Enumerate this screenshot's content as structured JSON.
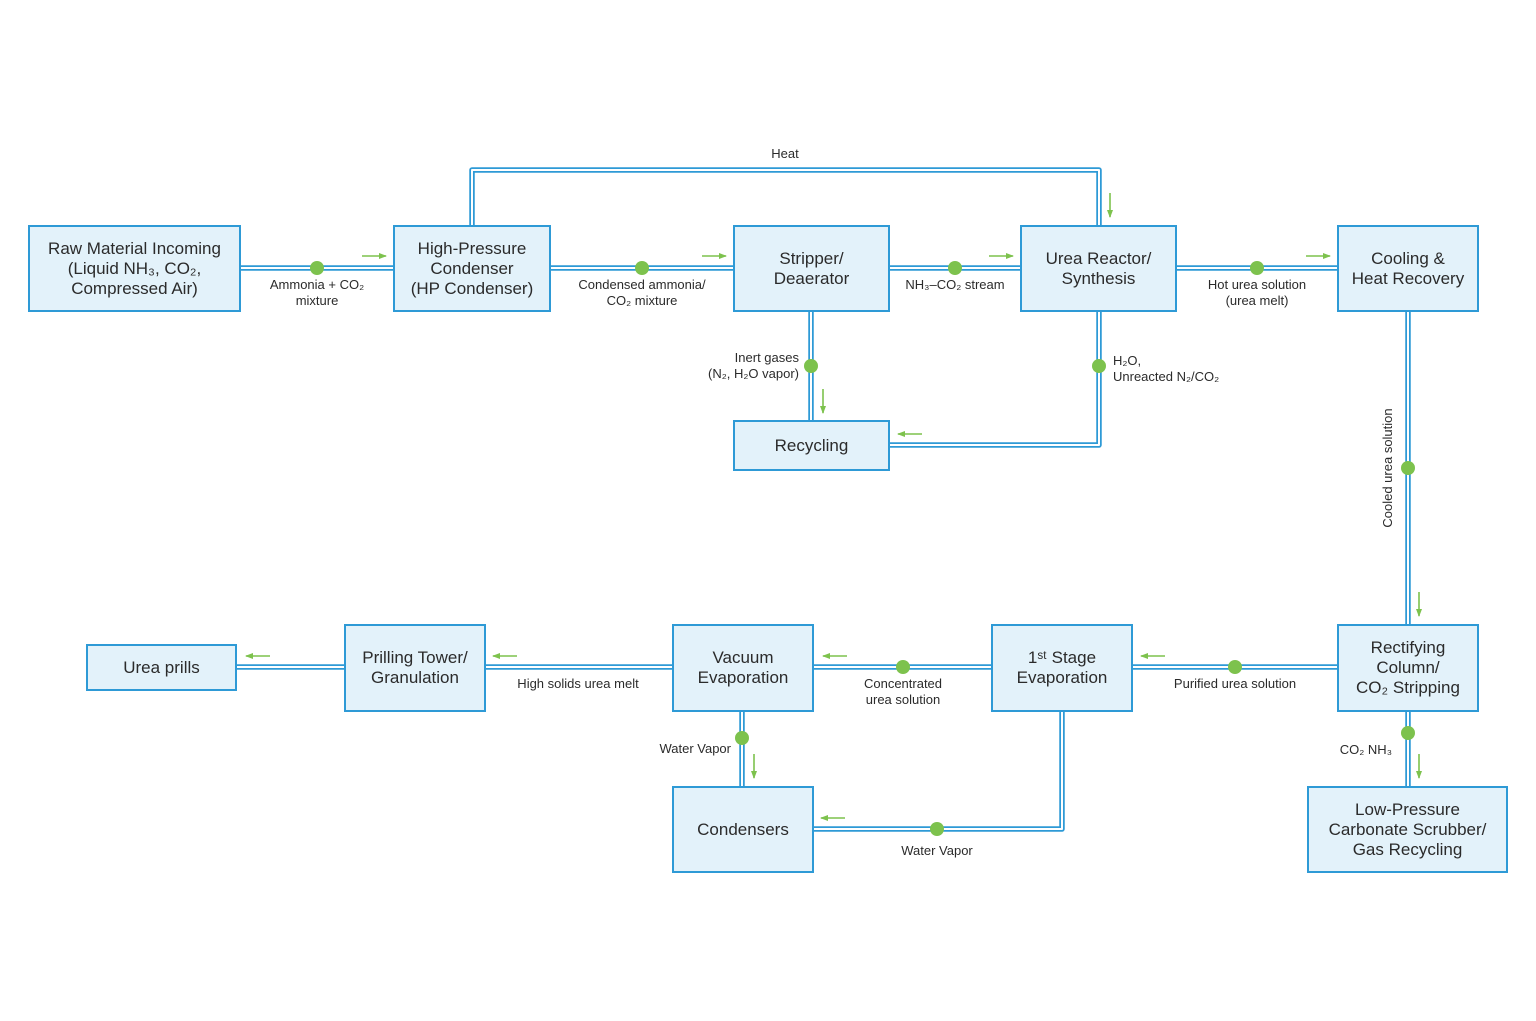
{
  "nodes": {
    "raw_material": "Raw Material Incoming\n(Liquid NH₃, CO₂,\nCompressed Air)",
    "hp_condenser": "High-Pressure\nCondenser\n(HP Condenser)",
    "stripper": "Stripper/\nDeaerator",
    "urea_reactor": "Urea Reactor/\nSynthesis",
    "cooling": "Cooling &\nHeat Recovery",
    "recycling": "Recycling",
    "rectifying": "Rectifying\nColumn/\nCO₂ Stripping",
    "low_pressure": "Low-Pressure\nCarbonate Scrubber/\nGas Recycling",
    "first_stage": "1ˢᵗ Stage\nEvaporation",
    "vacuum": "Vacuum\nEvaporation",
    "prilling": "Prilling Tower/\nGranulation",
    "urea_prills": "Urea prills",
    "condensers": "Condensers"
  },
  "streams": {
    "heat": "Heat",
    "ammonia_co2": "Ammonia + CO₂\nmixture",
    "condensed_ammonia": "Condensed ammonia/\nCO₂ mixture",
    "nh3_co2_stream": "NH₃–CO₂ stream",
    "hot_urea": "Hot urea solution\n(urea melt)",
    "inert_gases": "Inert gases\n(N₂, H₂O vapor)",
    "h2o_unreacted": "H₂O,\nUnreacted N₂/CO₂",
    "cooled_urea": "Cooled urea solution",
    "co2_nh3": "CO₂ NH₃",
    "purified_urea": "Purified urea solution",
    "concentrated_urea": "Concentrated\nurea solution",
    "high_solids": "High solids urea melt",
    "water_vapor_vacuum": "Water Vapor",
    "water_vapor_first": "Water Vapor"
  },
  "colors": {
    "pipe": "#2e9ad6",
    "box_fill": "#e3f2fa",
    "flow_marker": "#7dc24d"
  }
}
